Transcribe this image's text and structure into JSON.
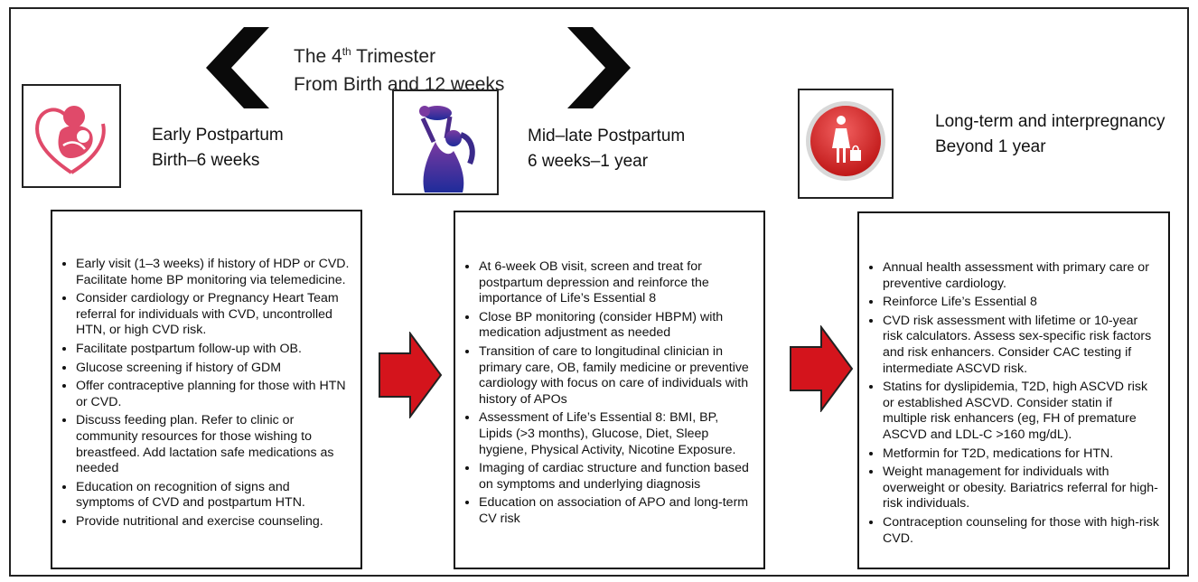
{
  "header": {
    "title_pre": "The 4",
    "title_sup": "th",
    "title_post": " Trimester",
    "subtitle": "From Birth and 12 weeks"
  },
  "icons": {
    "early": "heart-mother-baby-icon",
    "mid": "mother-lifting-baby-icon",
    "long": "woman-shopping-bag-icon",
    "left_chevron": "chevron-left-icon",
    "right_chevron": "chevron-right-icon",
    "arrow": "arrow-right-icon"
  },
  "colors": {
    "chevron": "#0a0a0a",
    "arrow_fill": "#d4141c",
    "arrow_stroke": "#222222",
    "heart": "#e04a6a",
    "mother_purple": "#4a2a8a",
    "badge_red": "#d6262a"
  },
  "stages": [
    {
      "title": "Early Postpartum",
      "period": "Birth–6 weeks",
      "items": [
        "Early visit (1–3 weeks) if history of HDP or CVD. Facilitate home BP monitoring via telemedicine.",
        "Consider cardiology or Pregnancy Heart Team referral for individuals with CVD, uncontrolled HTN, or high CVD risk.",
        "Facilitate postpartum follow-up with OB.",
        "Glucose screening if history of GDM",
        "Offer contraceptive planning for those with HTN or CVD.",
        "Discuss feeding plan. Refer to clinic or community resources for those wishing to breastfeed. Add lactation safe medications as needed",
        "Education on recognition of signs and symptoms of CVD and postpartum HTN.",
        "Provide nutritional and exercise counseling."
      ]
    },
    {
      "title": "Mid–late Postpartum",
      "period": "6 weeks–1 year",
      "items": [
        "At 6-week OB visit, screen and treat for postpartum depression and reinforce the importance of Life’s Essential 8",
        "Close BP monitoring (consider HBPM) with medication adjustment as needed",
        "Transition of care to longitudinal clinician in primary care, OB, family medicine or preventive cardiology with focus on care of individuals with history of APOs",
        "Assessment of Life’s Essential 8: BMI, BP, Lipids (>3 months), Glucose, Diet, Sleep hygiene, Physical Activity, Nicotine Exposure.",
        "Imaging of cardiac structure and function based on symptoms and underlying diagnosis",
        "Education on association of APO and long-term CV risk"
      ]
    },
    {
      "title": "Long-term and interpregnancy",
      "period": "Beyond 1 year",
      "items": [
        "Annual health assessment with primary care or preventive cardiology.",
        "Reinforce Life’s Essential 8",
        "CVD risk assessment with lifetime or 10-year risk calculators. Assess sex-specific risk factors and risk enhancers. Consider CAC testing if intermediate ASCVD risk.",
        "Statins for dyslipidemia, T2D, high ASCVD risk or established ASCVD. Consider statin if multiple risk enhancers (eg, FH of premature ASCVD and LDL-C >160 mg/dL).",
        "Metformin for T2D, medications for HTN.",
        "Weight management for individuals with overweight or obesity. Bariatrics referral for high-risk individuals.",
        "Contraception counseling for those with high-risk CVD."
      ]
    }
  ]
}
